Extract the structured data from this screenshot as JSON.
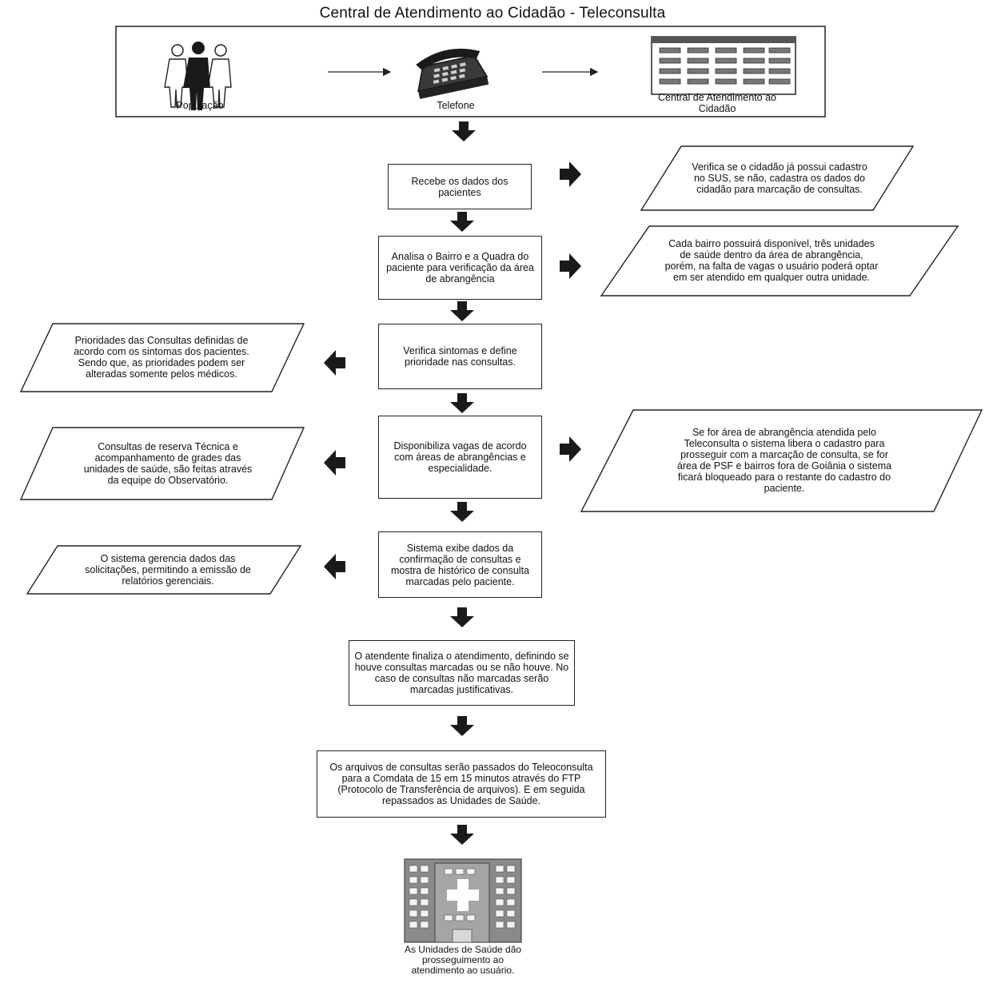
{
  "title": "Central de Atendimento ao Cidadão - Teleconsulta",
  "header": {
    "populacao": "População",
    "telefone": "Telefone",
    "central": "Central de Atendimento ao Cidadão"
  },
  "steps": [
    "Recebe os dados dos pacientes",
    "Analisa o Bairro e a Quadra do paciente para verificação da área de abrangência",
    "Verifica sintomas e define prioridade nas consultas.",
    "Disponibiliza vagas de acordo com áreas de abrangências e especialidade.",
    "Sistema exibe dados da confirmação de consultas e mostra de histórico de consulta marcadas pelo paciente.",
    "O atendente finaliza o atendimento, definindo se houve consultas marcadas ou se não houve. No caso de consultas não marcadas serão marcadas justificativas.",
    "Os arquivos de consultas serão passados do Teleoconsulta para a Comdata de 15 em 15 minutos através do FTP (Protocolo de Transferência de arquivos). E em seguida repassados as Unidades de Saúde."
  ],
  "notes_right": [
    "Verifica se o cidadão já possui cadastro no SUS, se não, cadastra os dados do cidadão para marcação de consultas.",
    "Cada bairro possuirá disponível, três unidades de saúde dentro da área de abrangência, porém, na falta de vagas o usuário poderá optar em ser atendido em qualquer outra unidade.",
    "Se for área de abrangência atendida pelo Teleconsulta o sistema libera o cadastro para prosseguir com a marcação de consulta, se for área de PSF e bairros fora de Goiânia o sistema ficará bloqueado para o restante do cadastro do paciente."
  ],
  "notes_left": [
    "Prioridades das Consultas definidas de acordo com os sintomas dos pacientes. Sendo que, as prioridades podem ser alteradas somente pelos médicos.",
    "Consultas de reserva Técnica e acompanhamento de grades das unidades de saúde, são feitas através da equipe do Observatório.",
    "O sistema gerencia dados das solicitações, permitindo a emissão de relatórios gerenciais."
  ],
  "final_label": "As Unidades de Saúde dão prosseguimento ao atendimento ao usuário.",
  "icons": [
    "people-icon",
    "telephone-icon",
    "building-icon",
    "hospital-icon",
    "arrow-down-icon",
    "arrow-right-icon",
    "arrow-left-icon"
  ],
  "colors": {
    "line": "#222222",
    "fill_dark": "#1a1a1a",
    "building_gray": "#8a8a8a"
  }
}
